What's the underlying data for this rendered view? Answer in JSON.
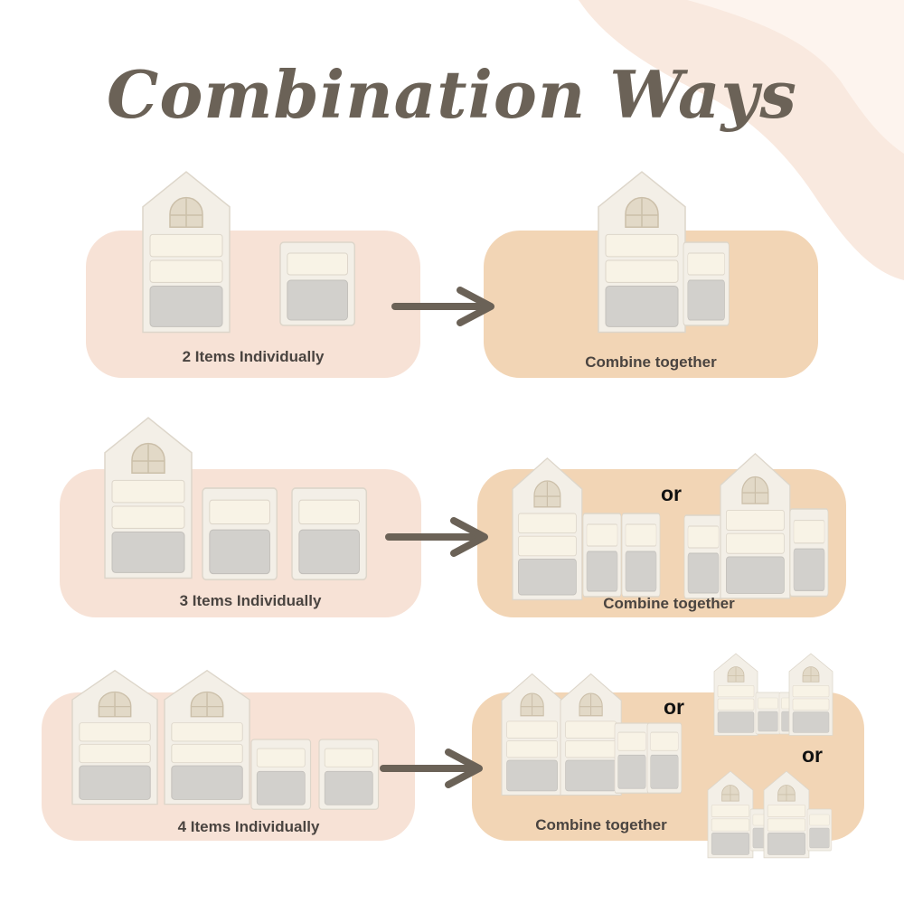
{
  "title": "Combination Ways",
  "colors": {
    "title": "#6b6257",
    "panel_left": "#f7e2d6",
    "panel_right": "#f2d5b5",
    "arrow": "#6b6257",
    "cabinet": "#f3efe7",
    "bin": "#d2d0cc",
    "drawer": "#f7f2e6"
  },
  "rows": [
    {
      "individual_label": "2 Items Individually",
      "combined_label": "Combine together",
      "alternatives": []
    },
    {
      "individual_label": "3 Items Individually",
      "combined_label": "Combine together",
      "alternatives": [
        "or"
      ]
    },
    {
      "individual_label": "4 Items Individually",
      "combined_label": "Combine together",
      "alternatives": [
        "or",
        "or"
      ]
    }
  ]
}
